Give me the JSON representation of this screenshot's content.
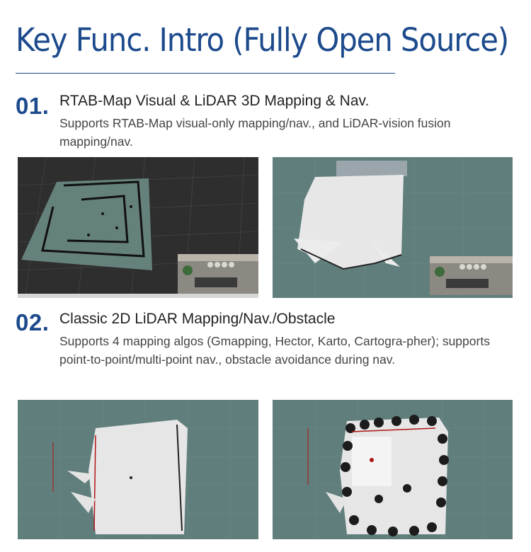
{
  "page": {
    "title": "Key Func. Intro (Fully Open Source)"
  },
  "sections": [
    {
      "number": "01.",
      "title": "RTAB-Map Visual & LiDAR 3D Mapping & Nav.",
      "description": "Supports RTAB-Map visual-only mapping/nav., and LiDAR-vision fusion mapping/nav."
    },
    {
      "number": "02.",
      "title": "Classic 2D LiDAR Mapping/Nav./Obstacle",
      "description": "Supports 4 mapping algos (Gmapping, Hector, Karto, Cartogra-pher); supports point-to-point/multi-point nav., obstacle avoidance during nav."
    }
  ],
  "colors": {
    "title_blue": "#1c4a8c",
    "rviz_gray": "#2e2e2e",
    "rviz_teal": "#5f7e7c"
  }
}
